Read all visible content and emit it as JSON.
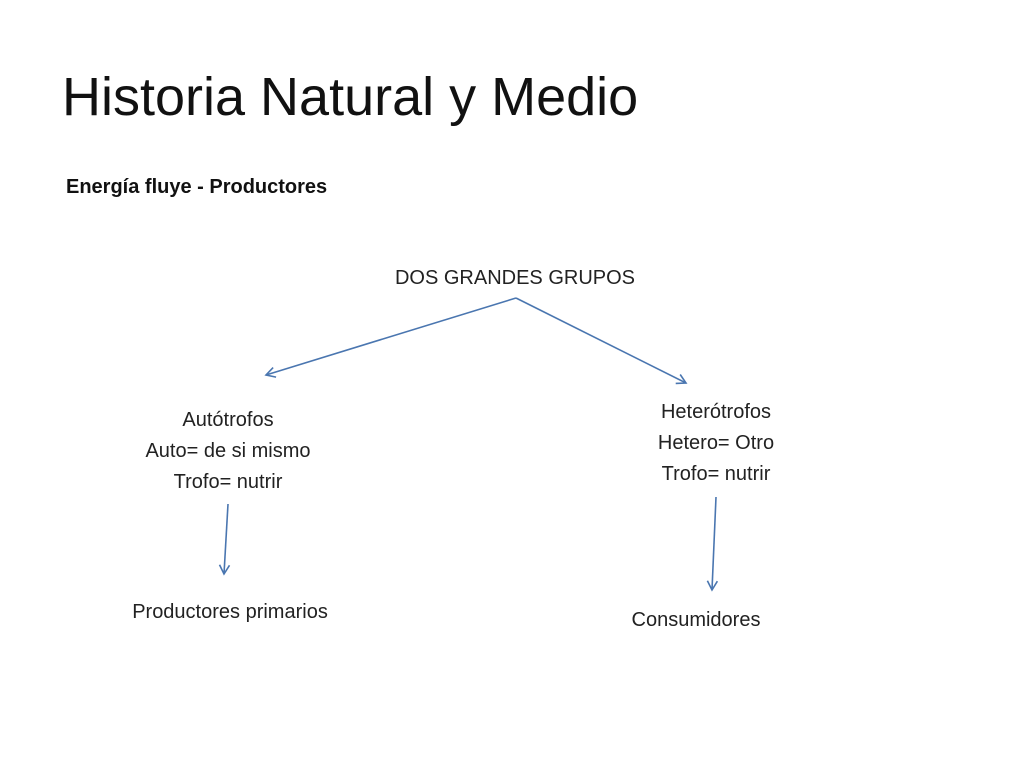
{
  "slide": {
    "title": "Historia Natural y Medio",
    "subtitle": "Energía fluye - Productores"
  },
  "diagram": {
    "root": {
      "label": "DOS GRANDES GRUPOS"
    },
    "left_branch": {
      "lines": [
        "Autótrofos",
        "Auto= de si mismo",
        "Trofo= nutrir"
      ],
      "result": "Productores primarios"
    },
    "right_branch": {
      "lines": [
        "Heterótrofos",
        "Hetero= Otro",
        "Trofo= nutrir"
      ],
      "result": "Consumidores"
    },
    "arrow_color": "#4a76b0"
  }
}
